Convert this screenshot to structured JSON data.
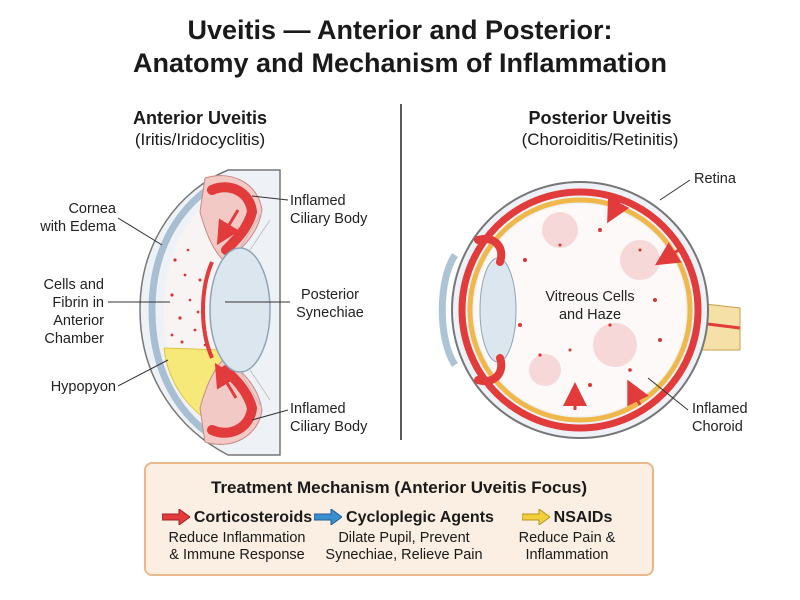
{
  "title": {
    "line1": "Uveitis — Anterior and Posterior:",
    "line2": "Anatomy and Mechanism of Inflammation"
  },
  "anterior": {
    "heading": "Anterior Uveitis",
    "subheading": "(Iritis/Iridocyclitis)",
    "labels": {
      "cornea": [
        "Cornea",
        "with Edema"
      ],
      "cells": [
        "Cells and",
        "Fibrin in",
        "Anterior",
        "Chamber"
      ],
      "hypopyon": [
        "Hypopyon"
      ],
      "ciliary_top": [
        "Inflamed",
        "Ciliary Body"
      ],
      "synechiae": [
        "Posterior",
        "Synechiae"
      ],
      "ciliary_bottom": [
        "Inflamed",
        "Ciliary Body"
      ]
    }
  },
  "posterior": {
    "heading": "Posterior Uveitis",
    "subheading": "(Choroiditis/Retinitis)",
    "labels": {
      "retina": [
        "Retina"
      ],
      "vitreous": [
        "Vitreous Cells",
        "and Haze"
      ],
      "choroid": [
        "Inflamed",
        "Choroid"
      ]
    }
  },
  "treatment": {
    "title": "Treatment Mechanism (Anterior Uveitis Focus)",
    "agents": [
      {
        "name": "Corticosteroids",
        "desc": [
          "Reduce Inflammation",
          "& Immune Response"
        ],
        "color": "#e23b3b",
        "icon": "red-arrow-icon"
      },
      {
        "name": "Cycloplegic Agents",
        "desc": [
          "Dilate Pupil, Prevent",
          "Synechiae, Relieve Pain"
        ],
        "color": "#3a8fd0",
        "icon": "blue-arrow-icon"
      },
      {
        "name": "NSAIDs",
        "desc": [
          "Reduce Pain &",
          "Inflammation"
        ],
        "color": "#f0cf3a",
        "icon": "yellow-arrow-icon"
      }
    ]
  },
  "colors": {
    "inflamed": "#e23b3b",
    "tissue": "#f3c9c6",
    "lens": "#dbe6ef",
    "hypopyon": "#f6e97a",
    "box_bg": "#fbeee2",
    "box_border": "#e9b98d"
  }
}
